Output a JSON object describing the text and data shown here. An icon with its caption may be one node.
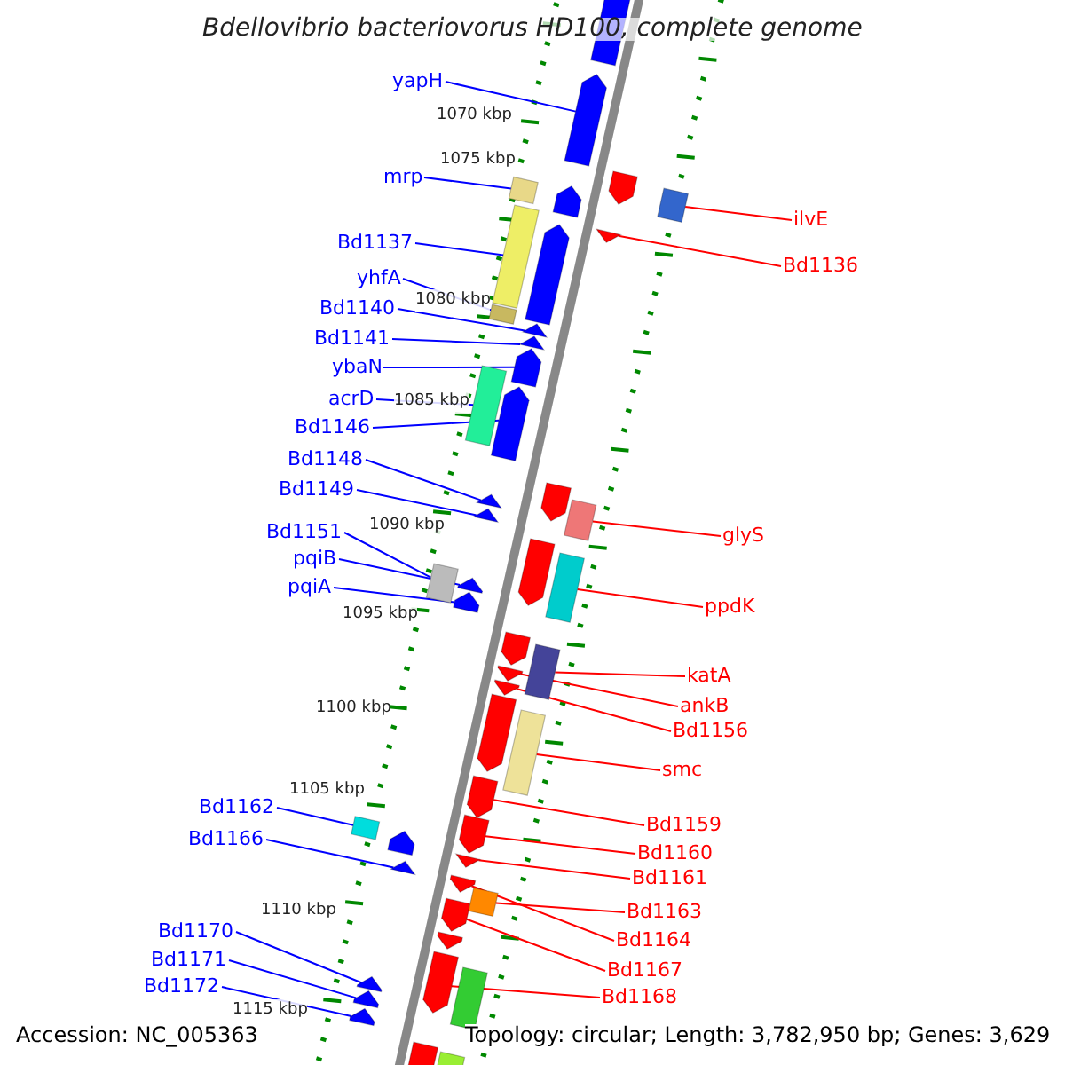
{
  "diagram": {
    "title": "Bdellovibrio bacteriovorus HD100, complete genome",
    "nodes": [
      {
        "text": [
          "yapH"
        ]
      },
      {
        "text": [
          "mrp"
        ]
      },
      {
        "text": [
          "Bd1137"
        ]
      },
      {
        "text": [
          "yhfA"
        ]
      },
      {
        "text": [
          "Bd1140"
        ]
      },
      {
        "text": [
          "Bd1141"
        ]
      },
      {
        "text": [
          "ybaN"
        ]
      },
      {
        "text": [
          "acrD"
        ]
      },
      {
        "text": [
          "Bd1146"
        ]
      },
      {
        "text": [
          "Bd1148"
        ]
      },
      {
        "text": [
          "Bd1149"
        ]
      },
      {
        "text": [
          "Bd1151"
        ]
      },
      {
        "text": [
          "pqiB"
        ]
      },
      {
        "text": [
          "pqiA"
        ]
      },
      {
        "text": [
          "Bd1162"
        ]
      },
      {
        "text": [
          "Bd1166"
        ]
      },
      {
        "text": [
          "Bd1170"
        ]
      },
      {
        "text": [
          "Bd1171"
        ]
      },
      {
        "text": [
          "Bd1172"
        ]
      },
      {
        "text": [
          "ilvE"
        ]
      },
      {
        "text": [
          "Bd1136"
        ]
      },
      {
        "text": [
          "glyS"
        ]
      },
      {
        "text": [
          "ppdK"
        ]
      },
      {
        "text": [
          "katA"
        ]
      },
      {
        "text": [
          "ankB"
        ]
      },
      {
        "text": [
          "Bd1156"
        ]
      },
      {
        "text": [
          "smc"
        ]
      },
      {
        "text": [
          "Bd1159"
        ]
      },
      {
        "text": [
          "Bd1160"
        ]
      },
      {
        "text": [
          "Bd1161"
        ]
      },
      {
        "text": [
          "Bd1163"
        ]
      },
      {
        "text": [
          "Bd1164"
        ]
      },
      {
        "text": [
          "Bd1167"
        ]
      },
      {
        "text": [
          "Bd1168"
        ]
      },
      {
        "text": [],
        "shape": "arrow"
      },
      {
        "text": [],
        "shape": "box"
      },
      {
        "text": [],
        "shape": "box"
      },
      {
        "text": [],
        "shape": "box"
      },
      {
        "text": [],
        "shape": "arrow"
      },
      {
        "text": [],
        "shape": "arrow"
      },
      {
        "text": [],
        "shape": "arrow"
      },
      {
        "text": [],
        "shape": "box"
      },
      {
        "text": [],
        "shape": "arrow"
      },
      {
        "text": [],
        "shape": "arrow"
      },
      {
        "text": [],
        "shape": "arrow"
      },
      {
        "text": [],
        "shape": "box"
      },
      {
        "text": [],
        "shape": "arrow"
      },
      {
        "text": [],
        "shape": "arrow"
      },
      {
        "text": [],
        "shape": "box"
      },
      {
        "text": [],
        "shape": "arrow"
      },
      {
        "text": [],
        "shape": "arrow"
      },
      {
        "text": [],
        "shape": "arrow"
      },
      {
        "text": [],
        "shape": "arrow"
      },
      {
        "text": [],
        "shape": "box"
      },
      {
        "text": [],
        "shape": "arrow"
      },
      {
        "text": [],
        "shape": "box"
      },
      {
        "text": [],
        "shape": "box"
      },
      {
        "text": [],
        "shape": "box"
      },
      {
        "text": [],
        "shape": "arrow"
      },
      {
        "text": [],
        "shape": "arrow"
      },
      {
        "text": [],
        "shape": "box"
      },
      {
        "text": [],
        "shape": "arrow"
      },
      {
        "text": [],
        "shape": "arrow"
      },
      {
        "text": [],
        "shape": "arrow"
      },
      {
        "text": [],
        "shape": "box"
      },
      {
        "text": [],
        "shape": "arrow"
      },
      {
        "text": [],
        "shape": "arrow"
      },
      {
        "text": [],
        "shape": "arrow"
      },
      {
        "text": [],
        "shape": "arrow"
      },
      {
        "text": [],
        "shape": "arrow"
      },
      {
        "text": [],
        "shape": "arrow"
      },
      {
        "text": [],
        "shape": "arrow"
      },
      {
        "text": [],
        "shape": "arrow"
      },
      {
        "text": [],
        "shape": "arrow"
      },
      {
        "text": [],
        "shape": "arrow"
      },
      {
        "text": [],
        "shape": "arrow"
      },
      {
        "text": [],
        "shape": "arrow"
      },
      {
        "text": [],
        "shape": "arrow"
      },
      {
        "text": [],
        "shape": "arrow"
      },
      {
        "text": [],
        "shape": "box"
      },
      {
        "text": [],
        "shape": "box"
      }
    ],
    "edges": [
      {
        "from": 0,
        "to": 34,
        "arrow": "none"
      },
      {
        "from": 1,
        "to": 35,
        "arrow": "none"
      },
      {
        "from": 2,
        "to": 36,
        "arrow": "none"
      },
      {
        "from": 3,
        "to": 37,
        "arrow": "none"
      },
      {
        "from": 4,
        "to": 38,
        "arrow": "none"
      },
      {
        "from": 5,
        "to": 39,
        "arrow": "none"
      },
      {
        "from": 6,
        "to": 40,
        "arrow": "none"
      },
      {
        "from": 7,
        "to": 41,
        "arrow": "none"
      },
      {
        "from": 8,
        "to": 42,
        "arrow": "none"
      },
      {
        "from": 9,
        "to": 43,
        "arrow": "none"
      },
      {
        "from": 10,
        "to": 44,
        "arrow": "none"
      },
      {
        "from": 11,
        "to": 45,
        "arrow": "none"
      },
      {
        "from": 12,
        "to": 46,
        "arrow": "none"
      },
      {
        "from": 13,
        "to": 47,
        "arrow": "none"
      },
      {
        "from": 14,
        "to": 48,
        "arrow": "none"
      },
      {
        "from": 15,
        "to": 49,
        "arrow": "none"
      },
      {
        "from": 16,
        "to": 50,
        "arrow": "none"
      },
      {
        "from": 17,
        "to": 51,
        "arrow": "none"
      },
      {
        "from": 18,
        "to": 52,
        "arrow": "none"
      },
      {
        "from": 19,
        "to": 53,
        "arrow": "none",
        "color": "#ff0000"
      },
      {
        "from": 20,
        "to": 54,
        "arrow": "none",
        "color": "#ff0000"
      },
      {
        "from": 21,
        "to": 55,
        "arrow": "none",
        "color": "#ff0000"
      },
      {
        "from": 22,
        "to": 56,
        "arrow": "none",
        "color": "#ff0000"
      },
      {
        "from": 23,
        "to": 57,
        "arrow": "none",
        "color": "#ff0000"
      },
      {
        "from": 24,
        "to": 58,
        "arrow": "none",
        "color": "#ff0000"
      },
      {
        "from": 25,
        "to": 59,
        "arrow": "none",
        "color": "#ff0000"
      },
      {
        "from": 26,
        "to": 60,
        "arrow": "none",
        "color": "#ff0000"
      },
      {
        "from": 27,
        "to": 61,
        "arrow": "none",
        "color": "#ff0000"
      },
      {
        "from": 28,
        "to": 62,
        "arrow": "none",
        "color": "#ff0000"
      },
      {
        "from": 29,
        "to": 63,
        "arrow": "none",
        "color": "#ff0000"
      },
      {
        "from": 30,
        "to": 64,
        "arrow": "none",
        "color": "#ff0000"
      },
      {
        "from": 31,
        "to": 65,
        "arrow": "none",
        "color": "#ff0000"
      },
      {
        "from": 32,
        "to": 66,
        "arrow": "none",
        "color": "#ff0000"
      },
      {
        "from": 33,
        "to": 67,
        "arrow": "none",
        "color": "#ff0000"
      }
    ],
    "labels": [
      "1070 kbp",
      "1075 kbp",
      "1080 kbp",
      "1085 kbp",
      "1090 kbp",
      "1095 kbp",
      "1100 kbp",
      "1105 kbp",
      "1110 kbp",
      "1115 kbp",
      "Accession: NC_005363",
      "Topology: circular; Length: 3,782,950 bp; Genes: 3,629"
    ]
  }
}
